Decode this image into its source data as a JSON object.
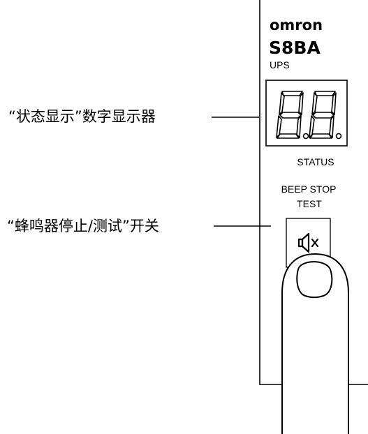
{
  "callouts": {
    "status_display": "“状态显示”数字显示器",
    "beep_switch": "“蜂鸣器停止/测试”开关"
  },
  "panel": {
    "brand": "omron",
    "model": "S8BA",
    "subtitle": "UPS",
    "status_label": "STATUS",
    "beep_label_line1": "BEEP STOP",
    "beep_label_line2": "TEST"
  },
  "icons": {
    "seven_segment_digits": "seven-segment-display-icon",
    "mute": "speaker-mute-icon",
    "finger": "pointing-finger-icon"
  }
}
